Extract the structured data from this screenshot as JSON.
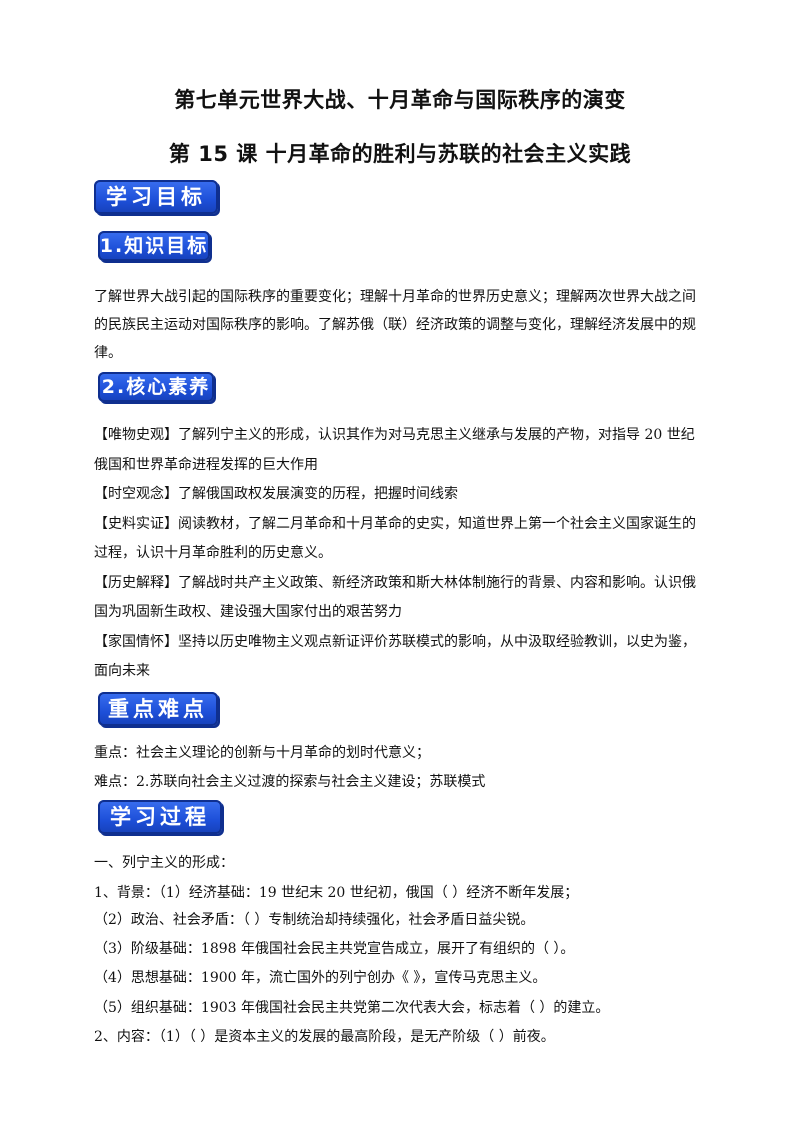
{
  "unit_title": "第七单元世界大战、十月革命与国际秩序的演变",
  "lesson_title": "第 15 课  十月革命的胜利与苏联的社会主义实践",
  "badges": {
    "goals": "学习目标",
    "knowledge": "1.知识目标",
    "core": "2.核心素养",
    "key_points": "重点难点",
    "process": "学习过程"
  },
  "knowledge_text": [
    "了解世界大战引起的国际秩序的重要变化；理解十月革命的世界历史意义；理解两次世界大战之间",
    "的民族民主运动对国际秩序的影响。了解苏俄（联）经济政策的调整与变化，理解经济发展中的规",
    "律。"
  ],
  "core_text": [
    "【唯物史观】了解列宁主义的形成，认识其作为对马克思主义继承与发展的产物，对指导 20 世纪",
    "俄国和世界革命进程发挥的巨大作用",
    "【时空观念】了解俄国政权发展演变的历程，把握时间线索",
    "【史料实证】阅读教材，了解二月革命和十月革命的史实，知道世界上第一个社会主义国家诞生的",
    "过程，认识十月革命胜利的历史意义。",
    "【历史解释】了解战时共产主义政策、新经济政策和斯大林体制施行的背景、内容和影响。认识俄",
    "国为巩固新生政权、建设强大国家付出的艰苦努力",
    "【家国情怀】坚持以历史唯物主义观点新证评价苏联模式的影响，从中汲取经验教训，以史为鉴，",
    "面向未来"
  ],
  "key_text": [
    "重点：社会主义理论的创新与十月革命的划时代意义；",
    "难点：2.苏联向社会主义过渡的探索与社会主义建设；苏联模式"
  ],
  "process_text": [
    "一、列宁主义的形成：",
    "1、背景：（1）经济基础：19 世纪末 20 世纪初，俄国（                ）经济不断年发展；",
    "（2）政治、社会矛盾：（                ）专制统治却持续强化，社会矛盾日益尖锐。",
    "（3）阶级基础：1898 年俄国社会民主共党宣告成立，展开了有组织的（                ）。",
    "（4）思想基础：1900 年，流亡国外的列宁创办《          》，宣传马克思主义。",
    "（5）组织基础：1903 年俄国社会民主共党第二次代表大会，标志着（             ）的建立。",
    "2、内容：（1）（             ）是资本主义的发展的最高阶段，是无产阶级（             ）前夜。"
  ],
  "colors": {
    "badge": "#1d4fd8",
    "badge_border": "#0f2f8f"
  }
}
